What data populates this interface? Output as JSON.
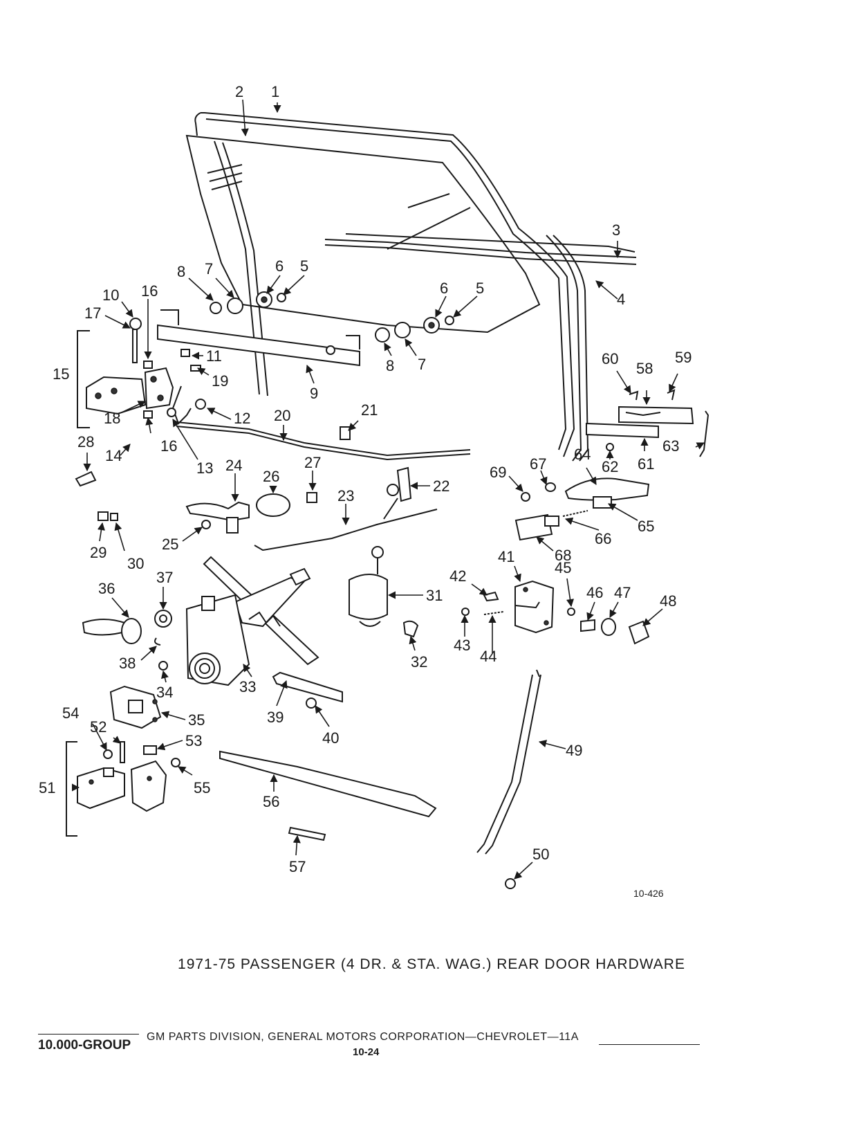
{
  "figure_id": "10-426",
  "title": "1971-75 PASSENGER (4 DR. & STA. WAG.) REAR DOOR HARDWARE",
  "footer": {
    "group": "10.000-GROUP",
    "corporation": "GM PARTS DIVISION, GENERAL MOTORS CORPORATION—CHEVROLET—11A",
    "page": "10-24"
  },
  "callouts": [
    "1",
    "2",
    "3",
    "4",
    "5",
    "5",
    "6",
    "6",
    "7",
    "7",
    "8",
    "8",
    "9",
    "10",
    "11",
    "12",
    "13",
    "14",
    "15",
    "16",
    "16",
    "17",
    "18",
    "19",
    "20",
    "21",
    "22",
    "23",
    "24",
    "25",
    "26",
    "27",
    "28",
    "29",
    "30",
    "31",
    "32",
    "33",
    "34",
    "35",
    "36",
    "37",
    "38",
    "39",
    "40",
    "41",
    "42",
    "43",
    "44",
    "45",
    "46",
    "47",
    "48",
    "49",
    "50",
    "51",
    "52",
    "53",
    "54",
    "55",
    "56",
    "57",
    "58",
    "59",
    "60",
    "61",
    "62",
    "63",
    "64",
    "65",
    "66",
    "67",
    "68",
    "69"
  ]
}
